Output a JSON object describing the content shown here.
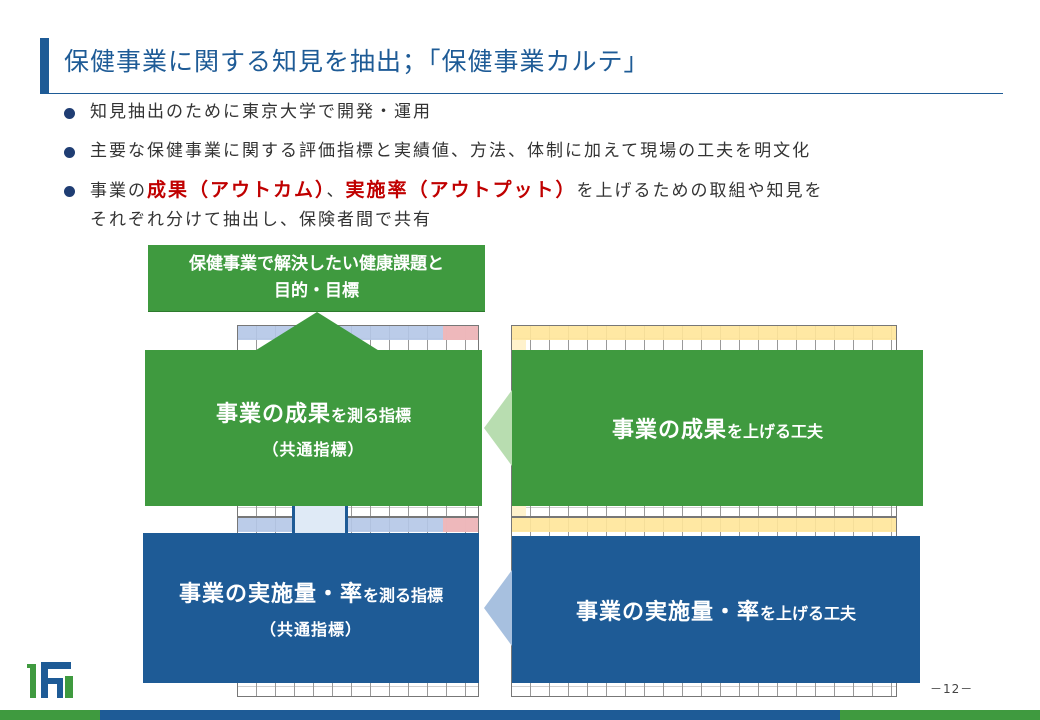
{
  "title": "保健事業に関する知見を抽出；「保健事業カルテ」",
  "bullets": {
    "b1": "知見抽出のために東京大学で開発・運用",
    "b2": "主要な保健事業に関する評価指標と実績値、方法、体制に加えて現場の工夫を明文化",
    "b3_pre": "事業の",
    "b3_red1": "成果（アウトカム）",
    "b3_mid": "、",
    "b3_red2": "実施率（アウトプット）",
    "b3_post": "を上げるための取組や知見を",
    "b3_line2": "それぞれ分けて抽出し、保険者間で共有"
  },
  "diagram": {
    "top_line1": "保健事業で解決したい健康課題と",
    "top_line2": "目的・目標",
    "outcome_measure_big": "事業の成果",
    "outcome_measure_small": "を測る指標",
    "outcome_measure_sub": "（共通指標）",
    "outcome_raise_big": "事業の成果",
    "outcome_raise_small": "を上げる工夫",
    "output_measure_big": "事業の実施量・率",
    "output_measure_small": "を測る指標",
    "output_measure_sub": "（共通指標）",
    "output_raise_big": "事業の実施量・率",
    "output_raise_small": "を上げる工夫"
  },
  "page_number": "－12－",
  "colors": {
    "primary_blue": "#1e5b96",
    "green": "#3f9a3f",
    "red": "#c00000"
  }
}
